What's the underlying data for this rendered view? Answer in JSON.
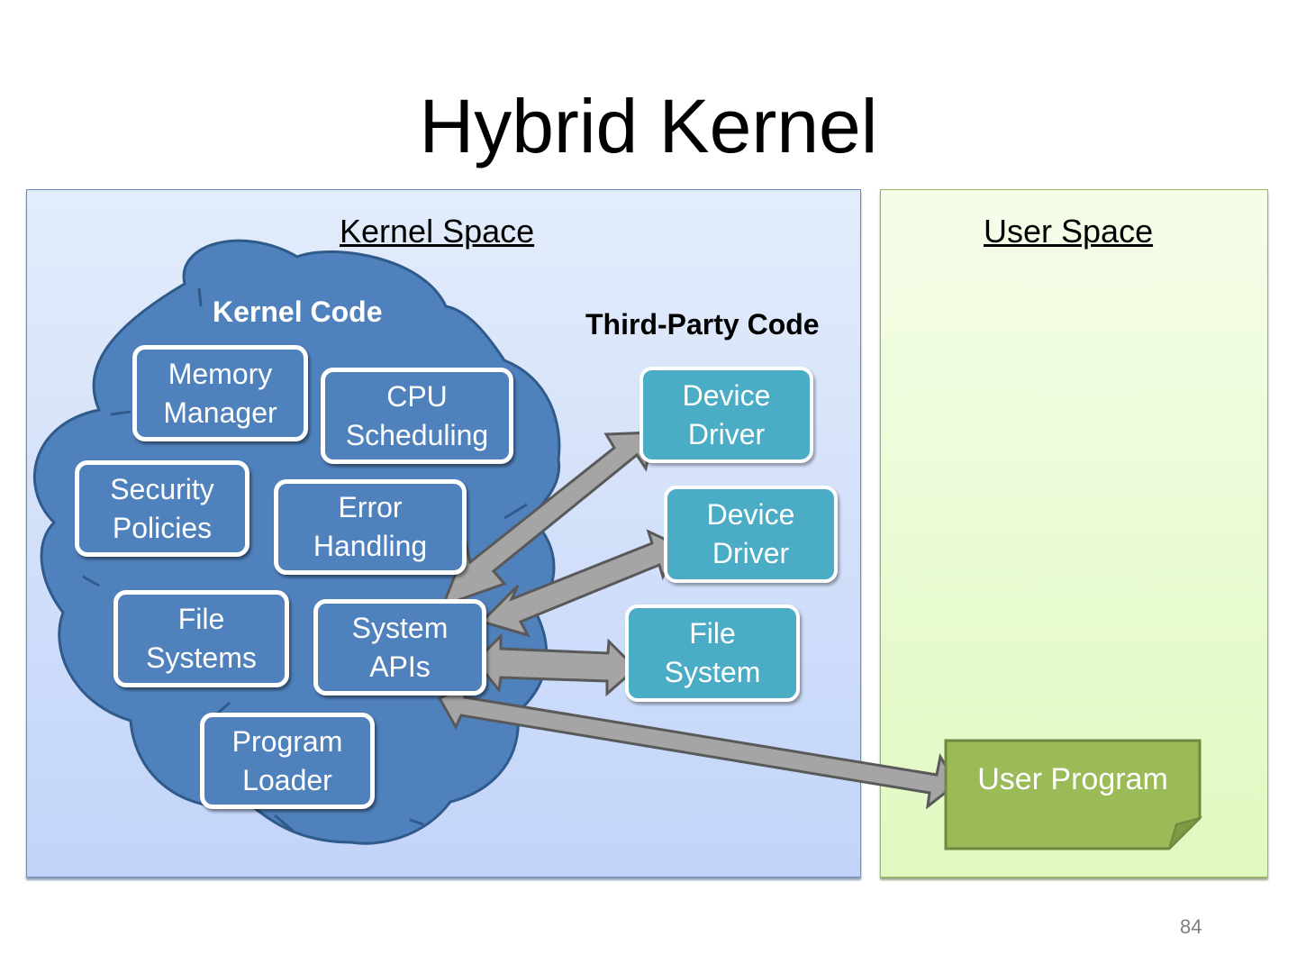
{
  "slide": {
    "title": "Hybrid Kernel",
    "page_number": "84"
  },
  "kernel_space": {
    "title": "Kernel Space",
    "cloud_label": "Kernel Code",
    "components": [
      {
        "label": "Memory\nManager"
      },
      {
        "label": "CPU\nScheduling"
      },
      {
        "label": "Security\nPolicies"
      },
      {
        "label": "Error\nHandling"
      },
      {
        "label": "File\nSystems"
      },
      {
        "label": "System\nAPIs"
      },
      {
        "label": "Program\nLoader"
      }
    ],
    "third_party": {
      "label": "Third-Party Code",
      "components": [
        {
          "label": "Device\nDriver"
        },
        {
          "label": "Device\nDriver"
        },
        {
          "label": "File\nSystem"
        }
      ]
    }
  },
  "user_space": {
    "title": "User Space",
    "program_label": "User Program"
  },
  "colors": {
    "kernel_blue": "#4f81bd",
    "third_party_teal": "#4bacc6",
    "user_green": "#9bbb59",
    "arrow_gray": "#a5a5a5"
  },
  "connections": [
    {
      "from": "System APIs",
      "to": "Device Driver (1)",
      "type": "bidirectional"
    },
    {
      "from": "System APIs",
      "to": "Device Driver (2)",
      "type": "bidirectional"
    },
    {
      "from": "System APIs",
      "to": "File System",
      "type": "bidirectional"
    },
    {
      "from": "System APIs",
      "to": "User Program",
      "type": "bidirectional"
    }
  ]
}
